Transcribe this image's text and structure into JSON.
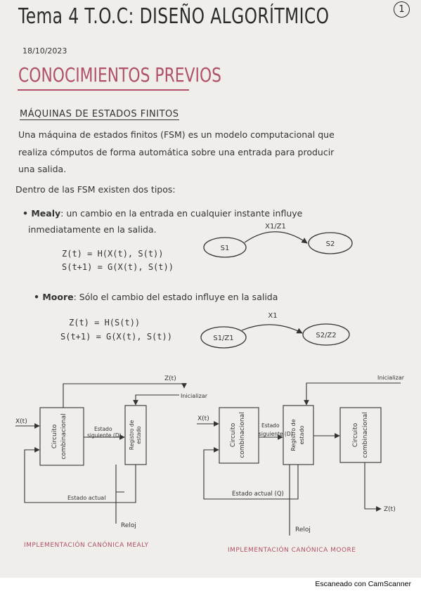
{
  "page": {
    "number": "1",
    "title": "Tema 4 T.O.C: DISEÑO ALGORÍTMICO",
    "date": "18/10/2023",
    "heading": "CONOCIMIENTOS PREVIOS",
    "subheading": "MÁQUINAS DE ESTADOS FINITOS",
    "intro_lines": [
      "Una máquina de estados finitos (FSM) es un modelo computacional que",
      "realiza cómputos de forma automática sobre una entrada para producir",
      "una salida."
    ],
    "types_line": "Dentro de las FSM existen dos tipos:"
  },
  "mealy": {
    "bullet": "• Mealy",
    "text_line1": ": un cambio en la entrada en cualquier instante influye",
    "text_line2": "inmediatamente en la salida.",
    "eq1": "Z(t) = H(X(t), S(t))",
    "eq2": "S(t+1) = G(X(t), S(t))",
    "state1": "S1",
    "state2": "S2",
    "transition": "X1/Z1"
  },
  "moore": {
    "bullet": "• Moore",
    "text": ": Sólo el cambio del estado influye en la salida",
    "eq1": "Z(t) = H(S(t))",
    "eq2": "S(t+1) = G(X(t), S(t))",
    "state1": "S1/Z1",
    "state2": "S2/Z2",
    "transition": "X1"
  },
  "mealy_diagram": {
    "output": "Z(t)",
    "init": "Inicializar",
    "input": "X(t)",
    "comb_block": [
      "Circuito",
      "combinacional"
    ],
    "next_state": [
      "Estado",
      "siguiente (D)"
    ],
    "register": [
      "Registro de",
      "estado"
    ],
    "current_state": "Estado actual",
    "clock": "Reloj",
    "caption": "IMPLEMENTACIÓN CANÓNICA MEALY"
  },
  "moore_diagram": {
    "init": "Inicializar",
    "input": "X(t)",
    "comb_block1": [
      "Circuito",
      "combinacional"
    ],
    "next_state": [
      "Estado",
      "siguiente (D)"
    ],
    "register": [
      "Registro de",
      "estado"
    ],
    "comb_block2": [
      "Circuito",
      "combinacional"
    ],
    "current_state": "Estado actual (Q)",
    "output": "Z(t)",
    "clock": "Reloj",
    "caption": "IMPLEMENTACIÓN CANÓNICA MOORE"
  },
  "footer": "Escaneado con CamScanner",
  "colors": {
    "ink": "#333333",
    "accent": "#b0506a",
    "paper": "#efeeea"
  }
}
